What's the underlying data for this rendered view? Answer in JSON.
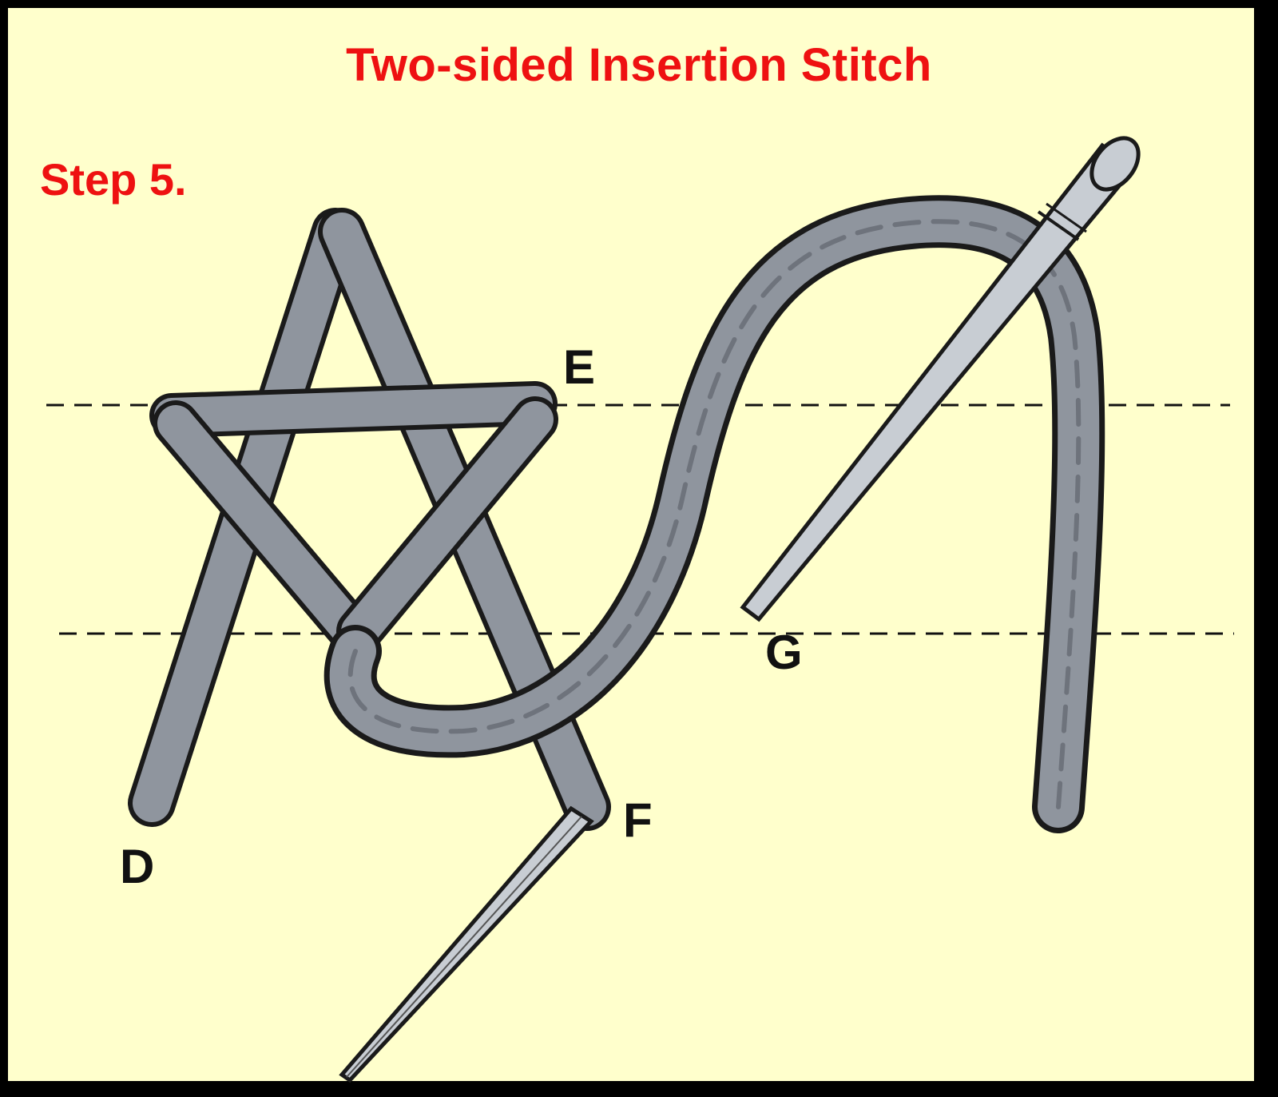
{
  "title": "Two-sided Insertion Stitch",
  "step_label": "Step 5.",
  "point_labels": {
    "e": "E",
    "g": "G",
    "f": "F",
    "d": "D"
  },
  "colors": {
    "background": "#ffffcc",
    "border": "#000000",
    "heading": "#ee1111",
    "thread": "#8f959e",
    "outline": "#1a1a1a",
    "needle": "#c8cdd3"
  }
}
